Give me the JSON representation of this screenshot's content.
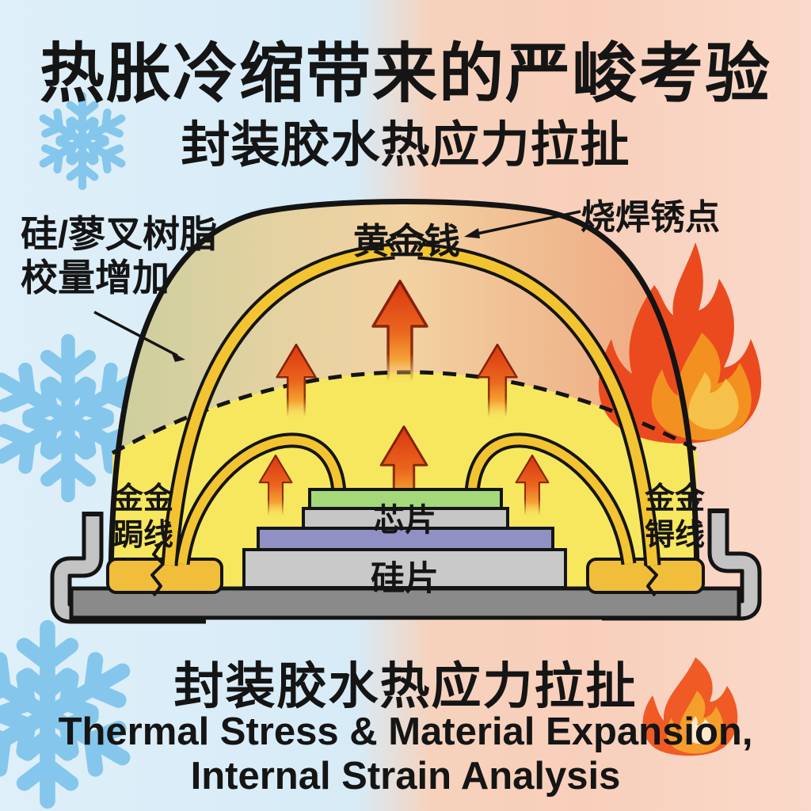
{
  "header": {
    "title": "热胀冷缩带来的严峻考验",
    "subtitle": "封装胶水热应力拉扯"
  },
  "diagram": {
    "resin_label_line1": "硅/蓼叉树脂",
    "resin_label_line2": "校量增加",
    "gold_wire_label": "黄金钱",
    "solder_label": "烧焊锈点",
    "left_bond_line1": "金金",
    "left_bond_line2": "跼线",
    "right_bond_line1": "金金",
    "right_bond_line2": "锝线",
    "chip_label": "芯片",
    "wafer_label": "硅片"
  },
  "footer": {
    "subtitle_cn": "封装胶水热应力拉扯",
    "subtitle_en_line1": "Thermal Stress & Material Expansion,",
    "subtitle_en_line2": "Internal Strain Analysis"
  },
  "colors": {
    "cold_background": "#D7EBF7",
    "hot_background": "#F8CFBB",
    "snowflake_blue": "#85C7EC",
    "dome_yellow": "#F7E75E",
    "dome_gradient_left": "#CBCE9E",
    "dome_gradient_right": "#EFA47E",
    "wire_gold": "#F3C431",
    "pad_gold": "#F1BE3C",
    "arrow_red": "#D93710",
    "flame_red": "#EB4A1E",
    "flame_orange": "#F39120",
    "flame_cream": "#FBE9CE",
    "chip_green": "#A4D97A",
    "layer_purple": "#9190C5",
    "baseplate_gray": "#8A8A8A",
    "lead_gray": "#C3C3C3",
    "outline_black": "#141414"
  }
}
